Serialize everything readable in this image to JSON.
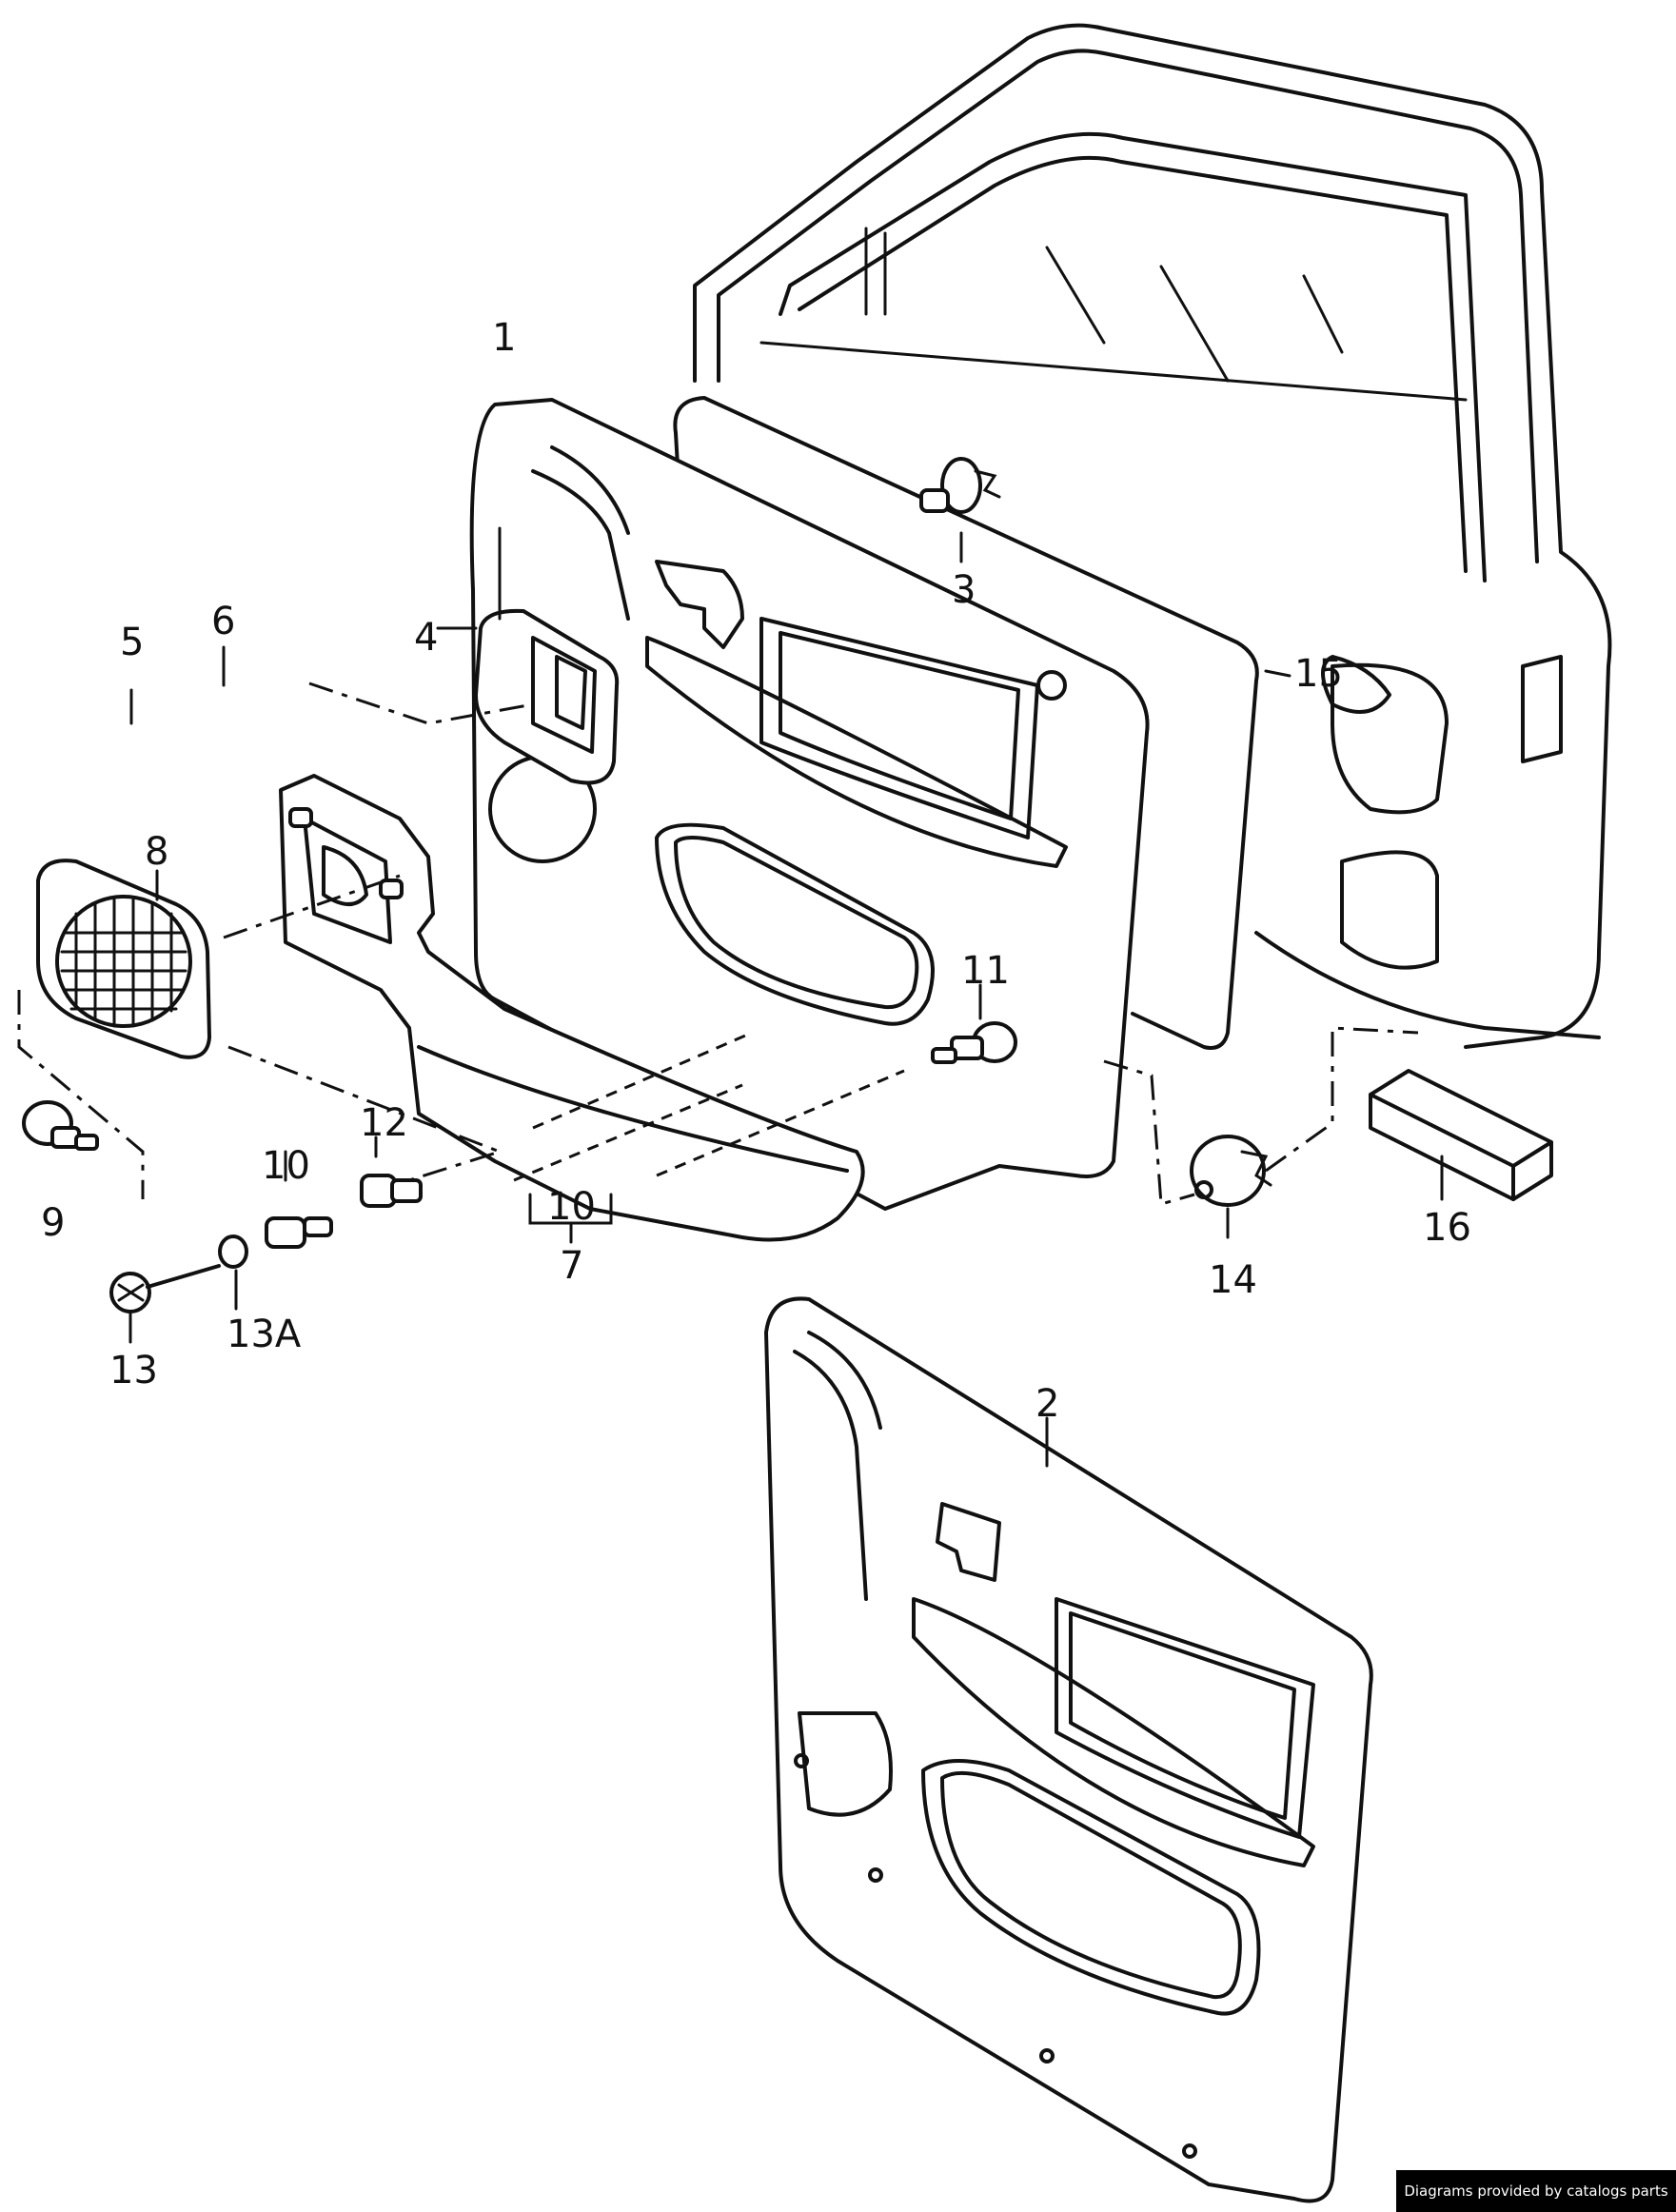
{
  "callouts": [
    {
      "id": "c1",
      "text": "1"
    },
    {
      "id": "c2",
      "text": "2"
    },
    {
      "id": "c3",
      "text": "3"
    },
    {
      "id": "c4",
      "text": "4"
    },
    {
      "id": "c5",
      "text": "5"
    },
    {
      "id": "c6",
      "text": "6"
    },
    {
      "id": "c7",
      "text": "7"
    },
    {
      "id": "c8",
      "text": "8"
    },
    {
      "id": "c9",
      "text": "9"
    },
    {
      "id": "c10a",
      "text": "10"
    },
    {
      "id": "c10b",
      "text": "10"
    },
    {
      "id": "c11",
      "text": "11"
    },
    {
      "id": "c12",
      "text": "12"
    },
    {
      "id": "c13",
      "text": "13"
    },
    {
      "id": "c13a",
      "text": "13A"
    },
    {
      "id": "c14",
      "text": "14"
    },
    {
      "id": "c15",
      "text": "15"
    },
    {
      "id": "c16",
      "text": "16"
    }
  ],
  "footer": {
    "credit": "Diagrams provided by catalogs parts"
  }
}
